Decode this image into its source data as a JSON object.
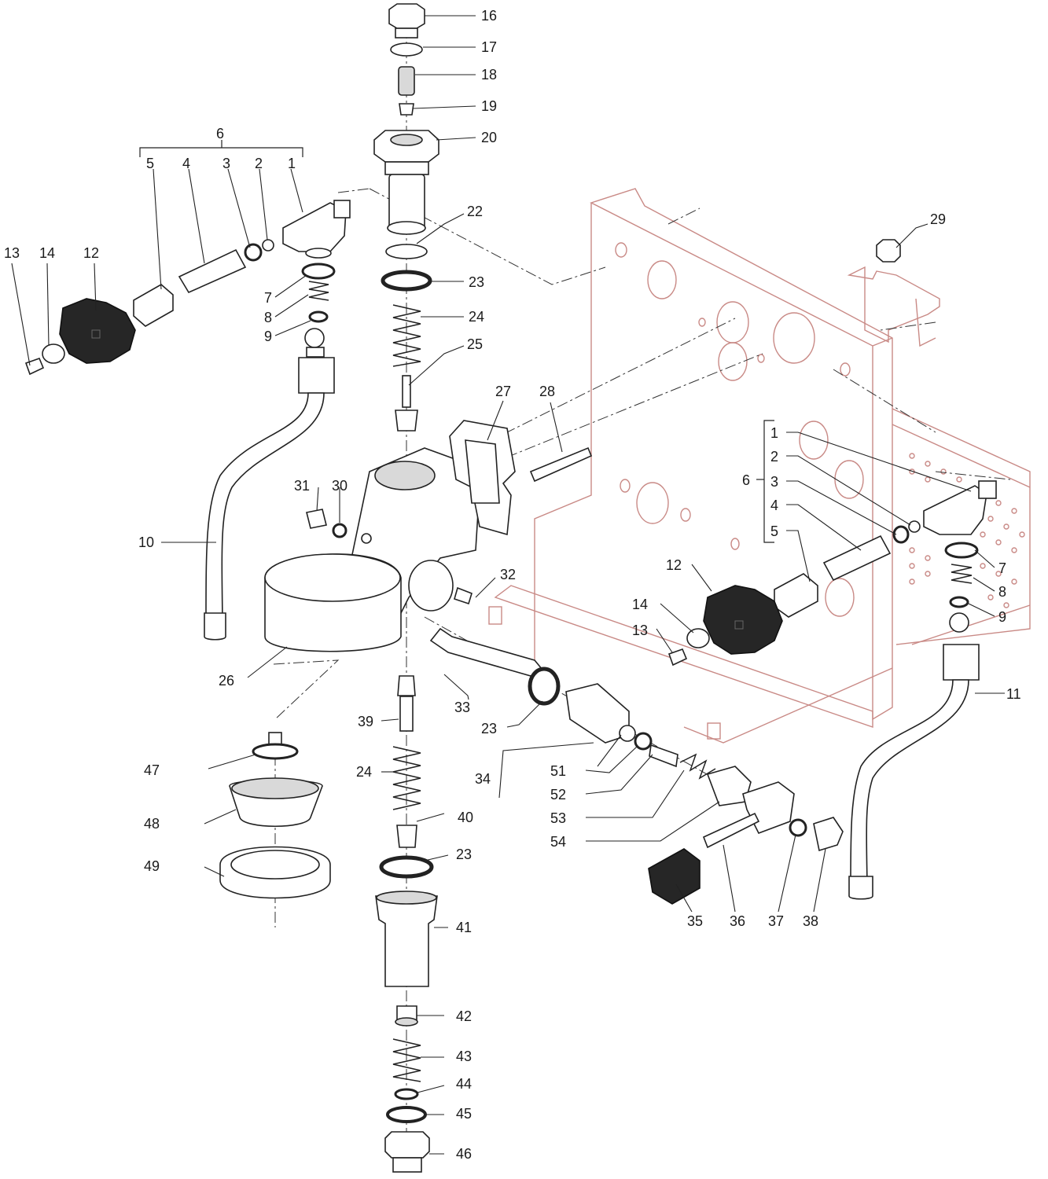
{
  "callouts": {
    "n1": "1",
    "n2": "2",
    "n3": "3",
    "n4": "4",
    "n5": "5",
    "n6": "6",
    "n7": "7",
    "n8": "8",
    "n9": "9",
    "n10": "10",
    "n11": "11",
    "n12": "12",
    "n13": "13",
    "n14": "14",
    "n16": "16",
    "n17": "17",
    "n18": "18",
    "n19": "19",
    "n20": "20",
    "n22": "22",
    "n23": "23",
    "n24": "24",
    "n25": "25",
    "n26": "26",
    "n27": "27",
    "n28": "28",
    "n29": "29",
    "n30": "30",
    "n31": "31",
    "n32": "32",
    "n33": "33",
    "n34": "34",
    "n35": "35",
    "n36": "36",
    "n37": "37",
    "n38": "38",
    "n39": "39",
    "n40": "40",
    "n41": "41",
    "n42": "42",
    "n43": "43",
    "n44": "44",
    "n45": "45",
    "n46": "46",
    "n47": "47",
    "n48": "48",
    "n49": "49",
    "n51": "51",
    "n52": "52",
    "n53": "53",
    "n54": "54"
  },
  "colors": {
    "frame_line": "#c98a86",
    "part_line": "#222222",
    "knob_fill": "#262626"
  }
}
